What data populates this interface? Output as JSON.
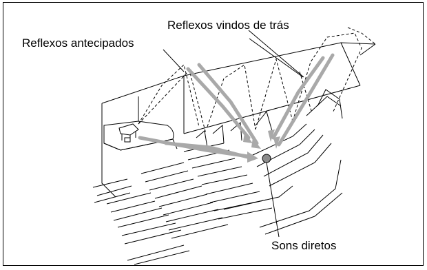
{
  "labels": {
    "rear_reflections": "Reflexos vindos de trás",
    "early_reflections": "Reflexos antecipados",
    "direct_sounds": "Sons diretos"
  },
  "colors": {
    "arrow": "#a9a9a9",
    "line": "#000000",
    "listener": "#8c8c8c"
  }
}
